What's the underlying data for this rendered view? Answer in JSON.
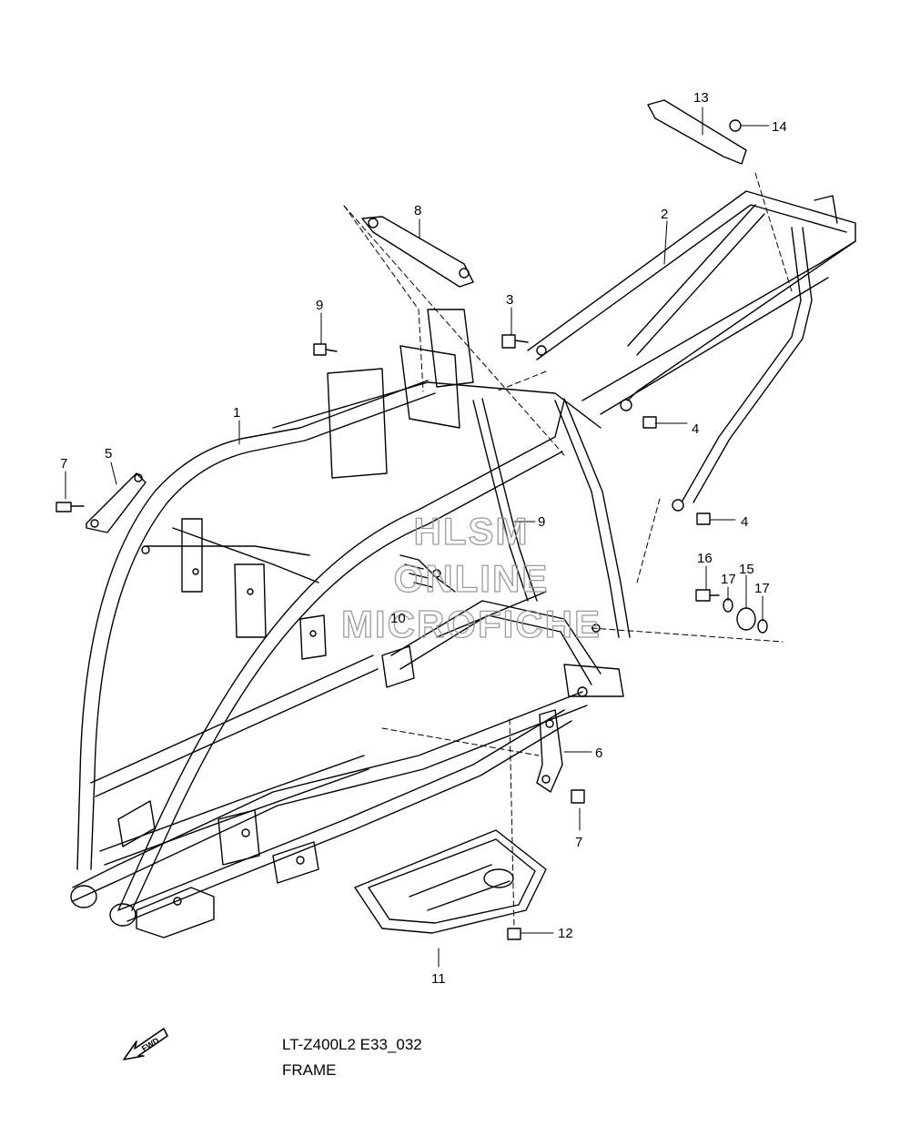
{
  "callouts": {
    "c1": "1",
    "c2": "2",
    "c3": "3",
    "c4a": "4",
    "c4b": "4",
    "c5": "5",
    "c6": "6",
    "c7a": "7",
    "c7b": "7",
    "c8": "8",
    "c9a": "9",
    "c9b": "9",
    "c10": "10",
    "c11": "11",
    "c12": "12",
    "c13": "13",
    "c14": "14",
    "c15": "15",
    "c16": "16",
    "c17a": "17",
    "c17b": "17"
  },
  "watermark": {
    "line1": "HLSM",
    "line2": "ONLINE",
    "line3": "MICROFICHE"
  },
  "fwd_label": "FWD",
  "footer": {
    "model_code": "LT-Z400L2 E33_032",
    "section_name": "FRAME"
  }
}
